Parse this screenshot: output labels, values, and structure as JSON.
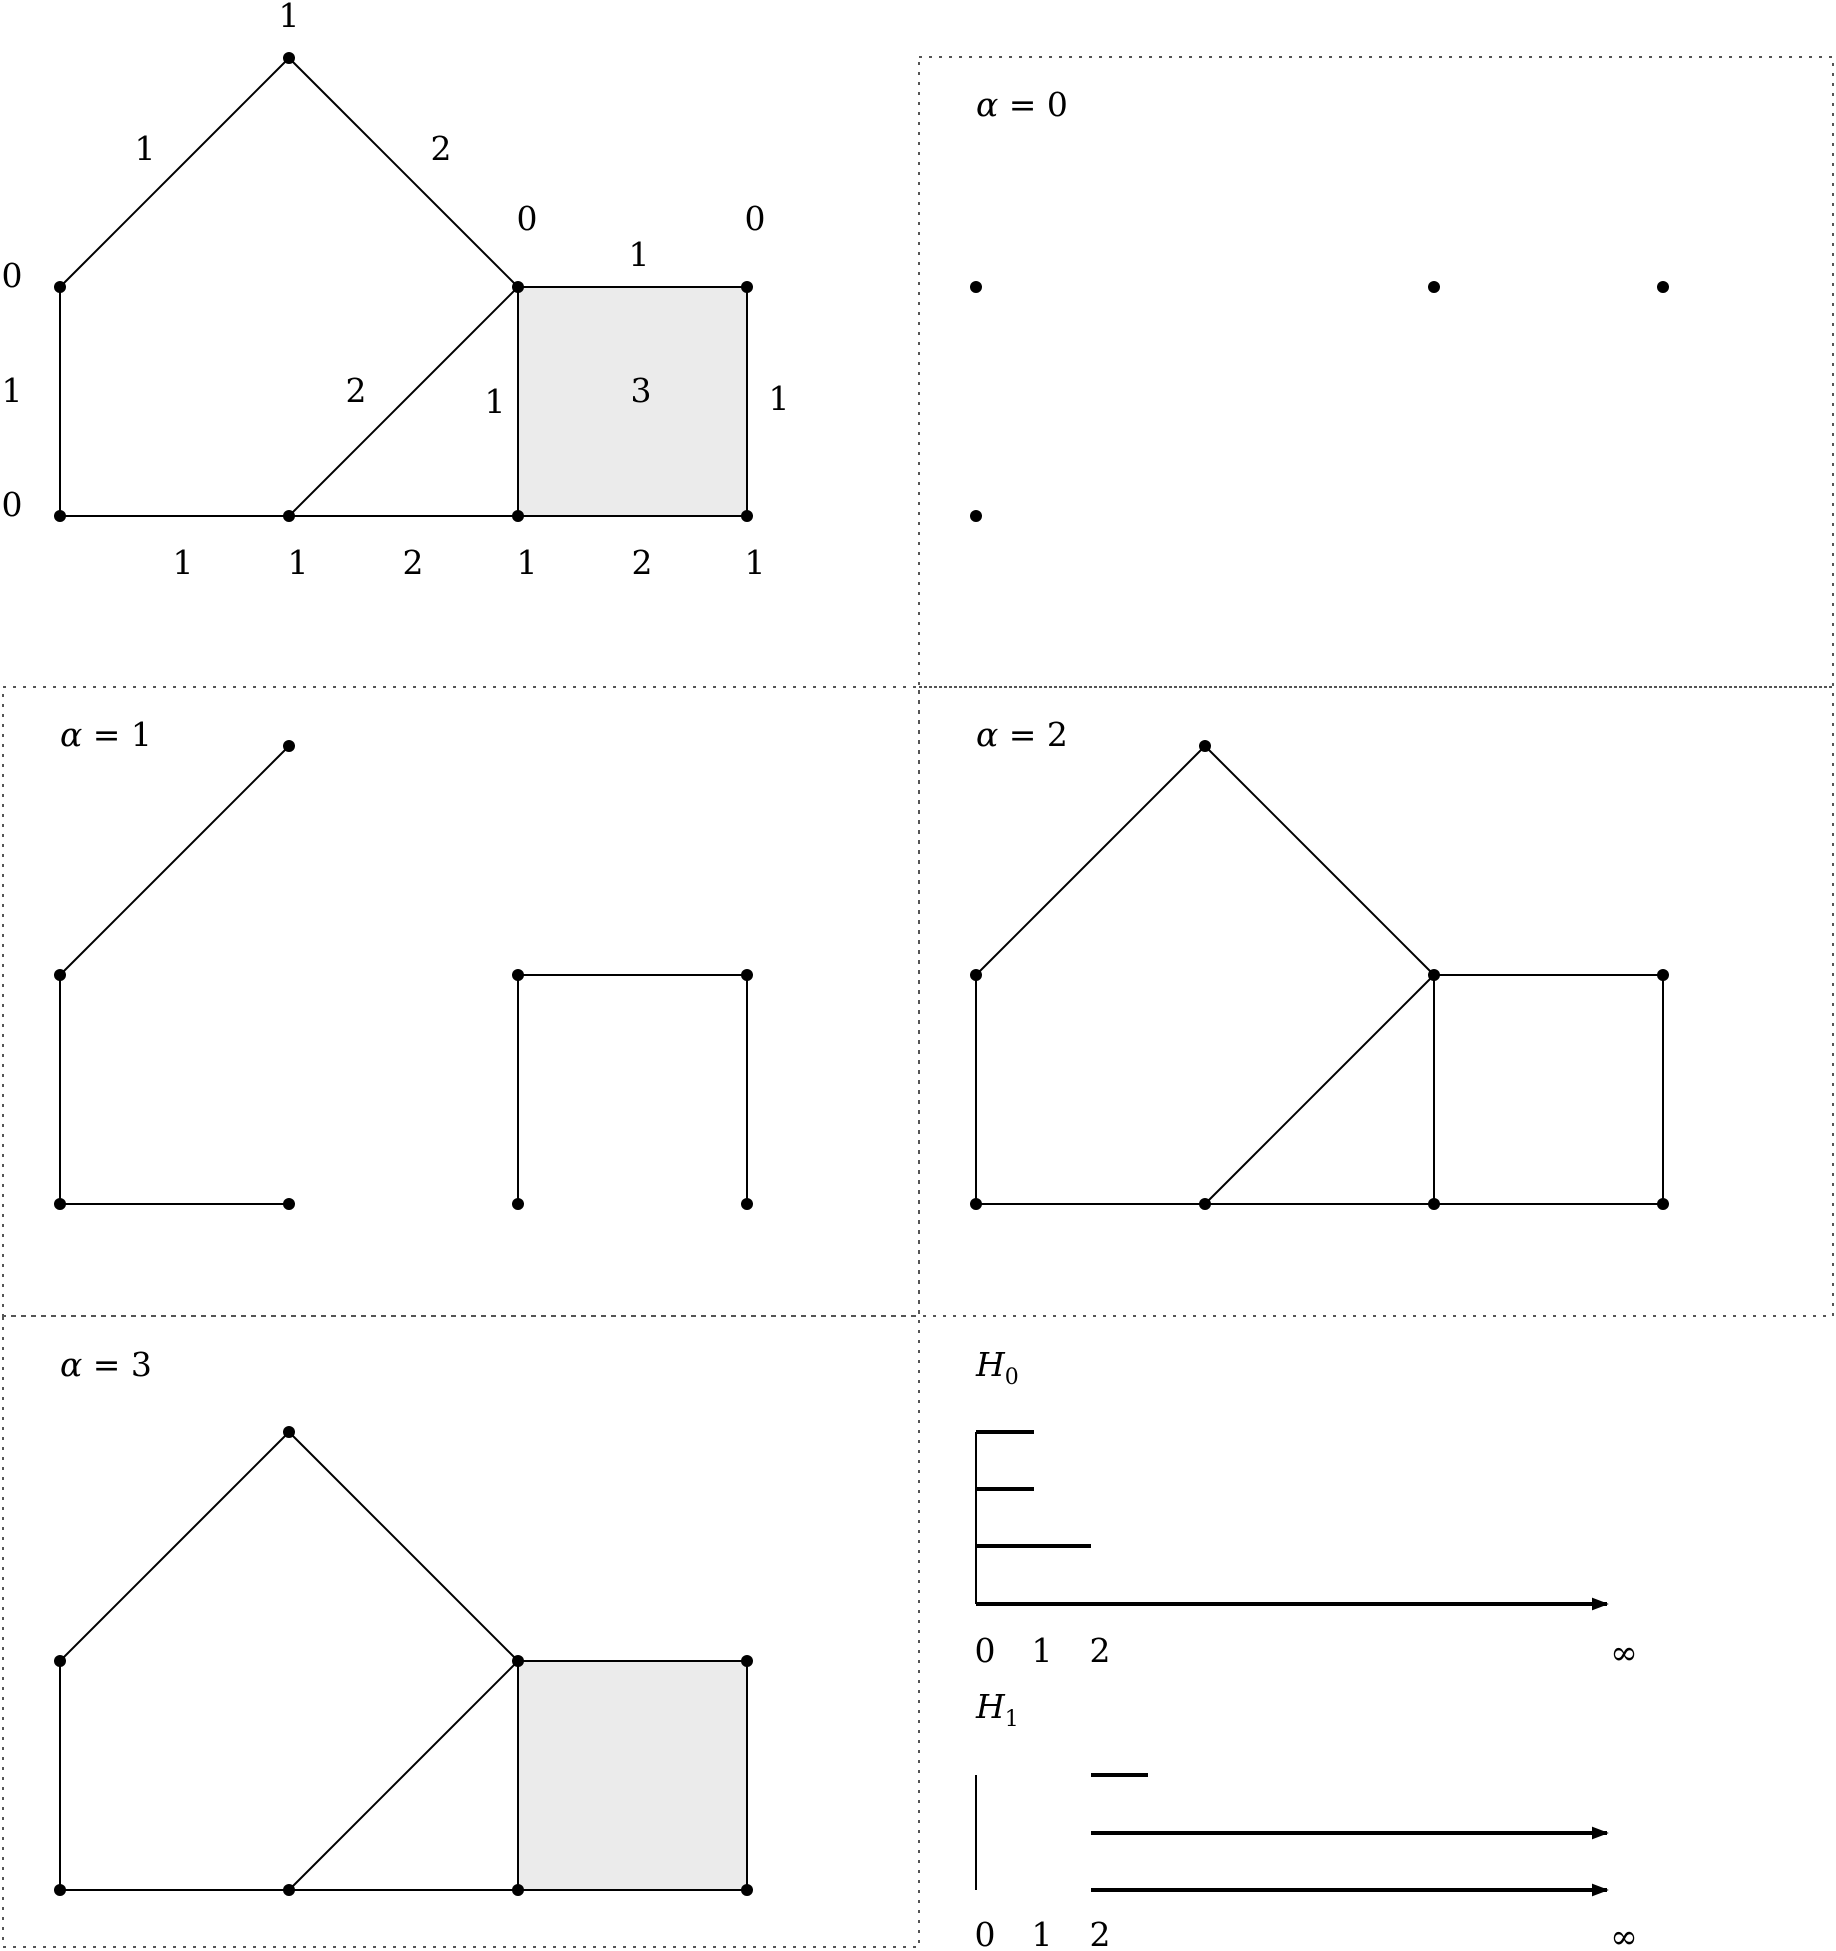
{
  "main_graph": {
    "vertex_values": [
      "1",
      "0",
      "0",
      "0",
      "0",
      "1",
      "1",
      "1"
    ],
    "edge_values": [
      "1",
      "2",
      "1",
      "2",
      "1",
      "1",
      "1",
      "1",
      "2",
      "2"
    ],
    "face_value": "3"
  },
  "panels": [
    {
      "label_symbol": "α",
      "label_rest": " = 0"
    },
    {
      "label_symbol": "α",
      "label_rest": " = 1"
    },
    {
      "label_symbol": "α",
      "label_rest": " = 2"
    },
    {
      "label_symbol": "α",
      "label_rest": " = 3"
    }
  ],
  "barcodes": {
    "h0": {
      "title_main": "H",
      "title_sub": "0",
      "ticks": [
        "0",
        "1",
        "2"
      ],
      "infinity": "∞",
      "bars": [
        [
          0,
          1
        ],
        [
          0,
          1
        ],
        [
          0,
          2
        ],
        [
          0,
          "∞"
        ]
      ]
    },
    "h1": {
      "title_main": "H",
      "title_sub": "1",
      "ticks": [
        "0",
        "1",
        "2"
      ],
      "infinity": "∞",
      "bars": [
        [
          2,
          3
        ],
        [
          2,
          "∞"
        ],
        [
          2,
          "∞"
        ]
      ]
    }
  }
}
